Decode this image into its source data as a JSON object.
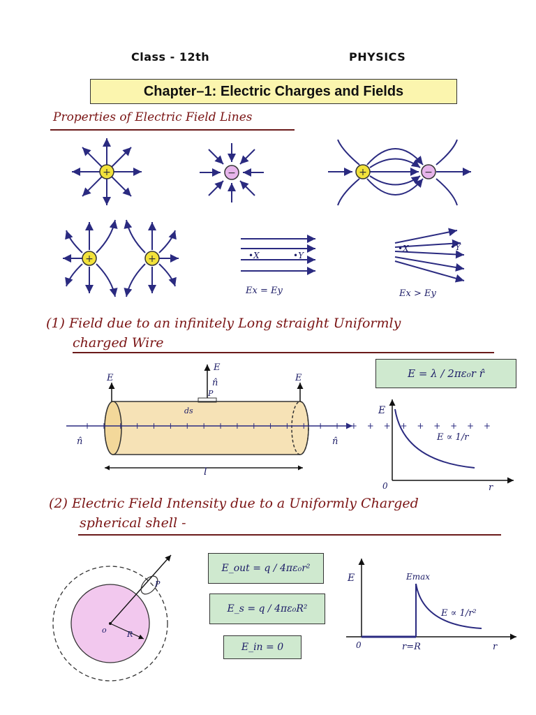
{
  "header": {
    "class_label": "Class - 12th",
    "subject": "PHYSICS"
  },
  "chapter_title": "Chapter–1: Electric Charges and Fields",
  "sections": {
    "properties": {
      "heading": "Properties of Electric Field Lines",
      "label_x": "•X",
      "label_y": "•Y",
      "uniform_caption": "Ex = Ey",
      "nonuniform_caption": "Ex > Ey"
    },
    "wire": {
      "heading_line1": "(1) Field due to an infinitely Long straight Uniformly",
      "heading_line2": "charged Wire",
      "formula": "E = λ / 2πε₀r  r̂",
      "graph_y_label": "E",
      "graph_relation": "E ∝ 1/r",
      "graph_x_label": "r",
      "graph_origin": "0",
      "length_label": "l",
      "ds_label": "ds",
      "p_label": "P",
      "field_label": "E",
      "normal_label": "n̂"
    },
    "shell": {
      "heading_line1": "(2) Electric Field Intensity due to a Uniformly Charged",
      "heading_line2": "spherical shell -",
      "formula_out": "E_out = q / 4πε₀r²",
      "formula_surface": "E_s = q / 4πε₀R²",
      "formula_in": "E_in = 0",
      "graph_y_label": "E",
      "graph_max_label": "Emax",
      "graph_relation": "E ∝ 1/r²",
      "graph_x_label": "r",
      "graph_r_label": "r=R",
      "graph_origin": "0",
      "radius_label": "R",
      "center_label": "o",
      "p_label": "P"
    }
  },
  "colors": {
    "header_box": "#fbf5ae",
    "formula_box": "#cfe9cf",
    "ink_red": "#7a1414",
    "ink_blue": "#1b1b66",
    "field_line": "#2a2a80",
    "positive_charge": "#f2e23a",
    "negative_charge": "#e6b4ea",
    "cylinder": "#f6e2b6",
    "sphere": "#f2c8ee"
  }
}
